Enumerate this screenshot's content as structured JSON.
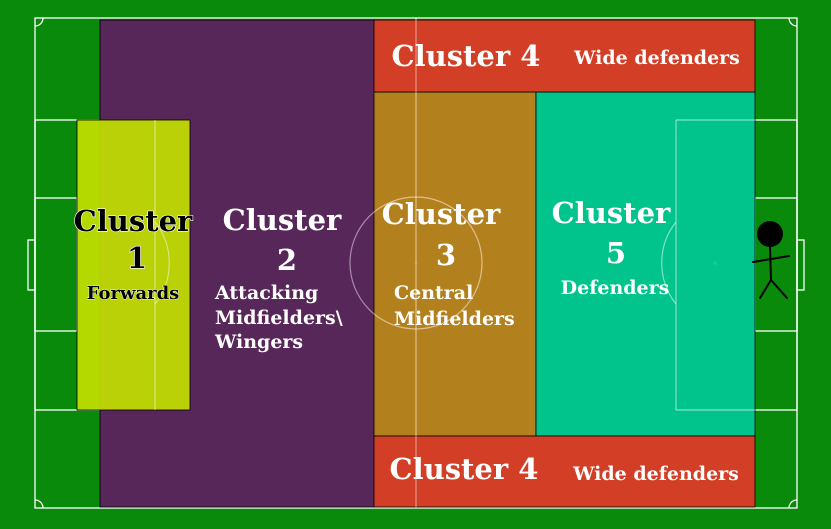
{
  "colors": {
    "pitch": "#0a8a0a",
    "lines": "#ffffff",
    "cluster1": "#c2e000",
    "cluster2": "#5a245c",
    "cluster3": "#c08020",
    "cluster4": "#d23f26",
    "cluster5": "#00c896",
    "text_light": "#ffffff",
    "text_dark": "#000000"
  },
  "clusters": {
    "c1": {
      "title": "Cluster",
      "number": "1",
      "role": "Forwards"
    },
    "c2": {
      "title": "Cluster",
      "number": "2",
      "role_line1": "Attacking",
      "role_line2": "Midfielders\\",
      "role_line3": "Wingers"
    },
    "c3": {
      "title": "Cluster",
      "number": "3",
      "role_line1": "Central",
      "role_line2": "Midfielders"
    },
    "c4_top": {
      "title": "Cluster 4",
      "role": "Wide defenders"
    },
    "c4_bottom": {
      "title": "Cluster 4",
      "role": "Wide defenders"
    },
    "c5": {
      "title": "Cluster",
      "number": "5",
      "role": "Defenders"
    }
  },
  "icons": {
    "figure": "stick-figure-icon"
  }
}
